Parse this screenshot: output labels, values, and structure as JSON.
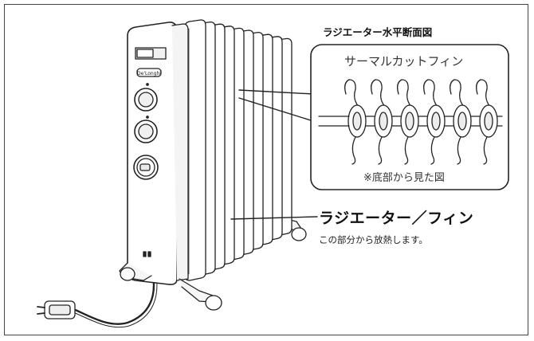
{
  "cross_section": {
    "title": "ラジエーター水平断面図",
    "fin_label": "サーマルカットフィン",
    "note": "※底部から見た図"
  },
  "callout": {
    "label": "ラジエーター／フィン",
    "sub": "この部分から放熱します。"
  },
  "heater": {
    "brand_logo": "De'Longhi",
    "fin_count": 10
  }
}
